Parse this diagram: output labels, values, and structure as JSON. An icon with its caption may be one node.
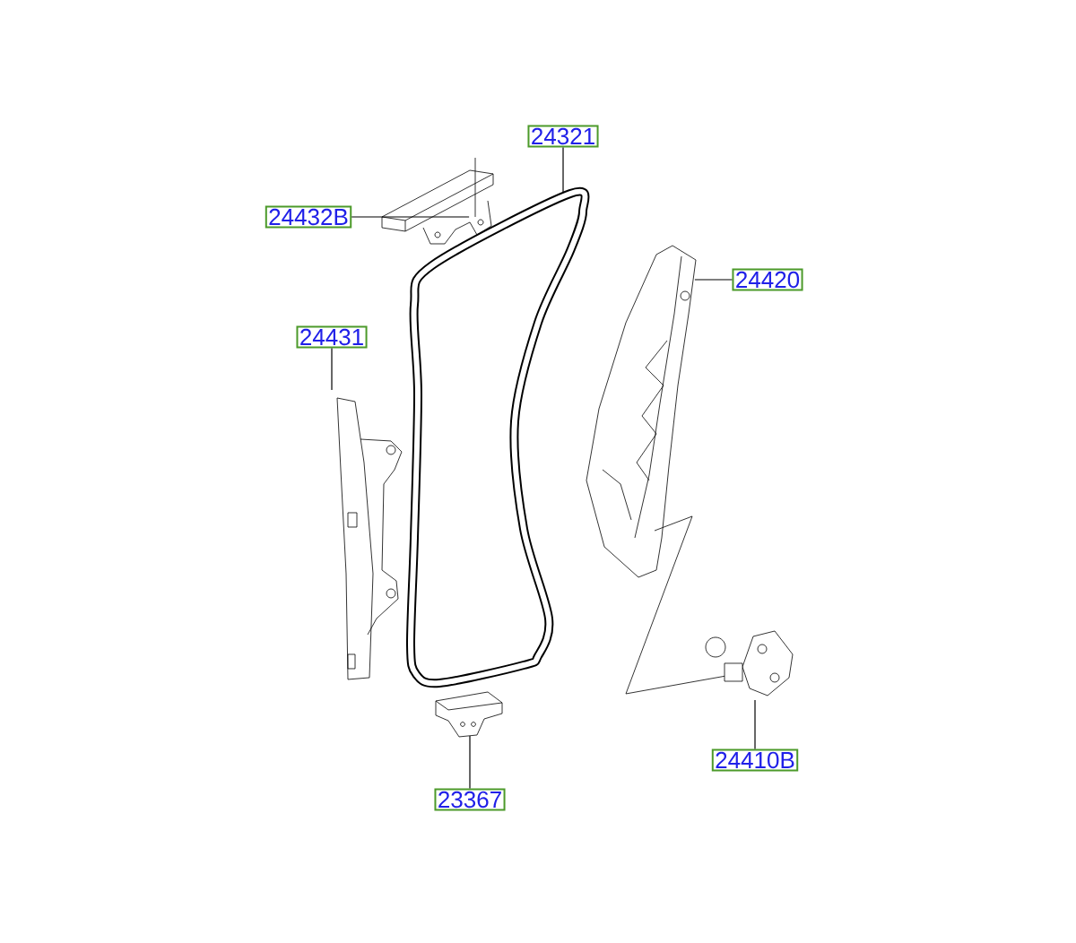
{
  "diagram": {
    "nodes": [
      {
        "text": [
          "24321"
        ]
      },
      {
        "text": [
          "24432B"
        ]
      },
      {
        "text": [
          "24420"
        ]
      },
      {
        "text": [
          "24431"
        ]
      },
      {
        "text": [
          "24410B"
        ]
      },
      {
        "text": [
          "23367"
        ]
      },
      {
        "text": [],
        "shape": "picture"
      },
      {
        "text": [],
        "shape": "picture"
      },
      {
        "text": [],
        "shape": "picture"
      },
      {
        "text": [],
        "shape": "picture"
      },
      {
        "text": [],
        "shape": "picture"
      },
      {
        "text": [],
        "shape": "picture"
      }
    ],
    "edges": [
      {
        "from": 0,
        "to": 6,
        "arrow": "none"
      },
      {
        "from": 1,
        "to": 7,
        "arrow": "none"
      },
      {
        "from": 2,
        "to": 8,
        "arrow": "none"
      },
      {
        "from": 3,
        "to": 9,
        "arrow": "none"
      },
      {
        "from": 4,
        "to": 10,
        "arrow": "none"
      },
      {
        "from": 5,
        "to": 11,
        "arrow": "none"
      }
    ]
  }
}
